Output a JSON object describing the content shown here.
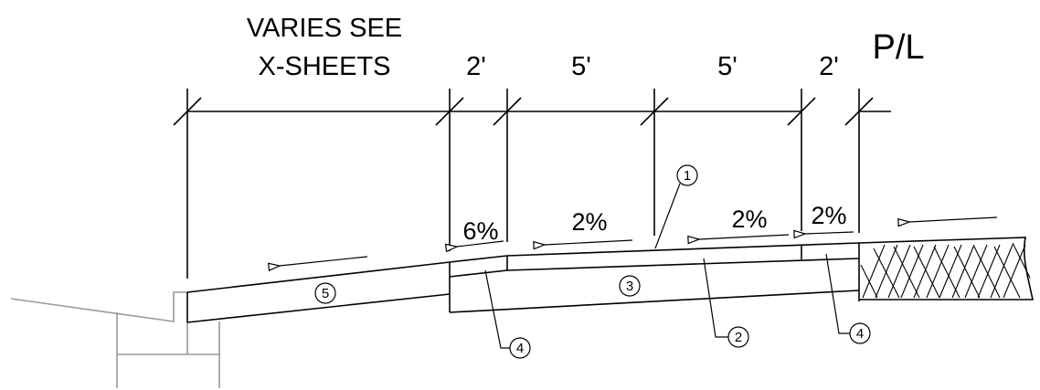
{
  "dimensions": {
    "varies_line1": "VARIES SEE",
    "varies_line2": "X-SHEETS",
    "dim_2ft_left": "2'",
    "dim_5ft_left": "5'",
    "dim_5ft_right": "5'",
    "dim_2ft_right": "2'",
    "property_line": "P/L"
  },
  "slopes": {
    "slope_6": "6%",
    "slope_2_left": "2%",
    "slope_2_mid": "2%",
    "slope_2_right": "2%"
  },
  "callouts": {
    "c1": "1",
    "c2": "2",
    "c3": "3",
    "c4_left": "4",
    "c4_right": "4",
    "c5": "5"
  },
  "colors": {
    "line": "#000000",
    "existing_ground": "#9a9a9a"
  }
}
